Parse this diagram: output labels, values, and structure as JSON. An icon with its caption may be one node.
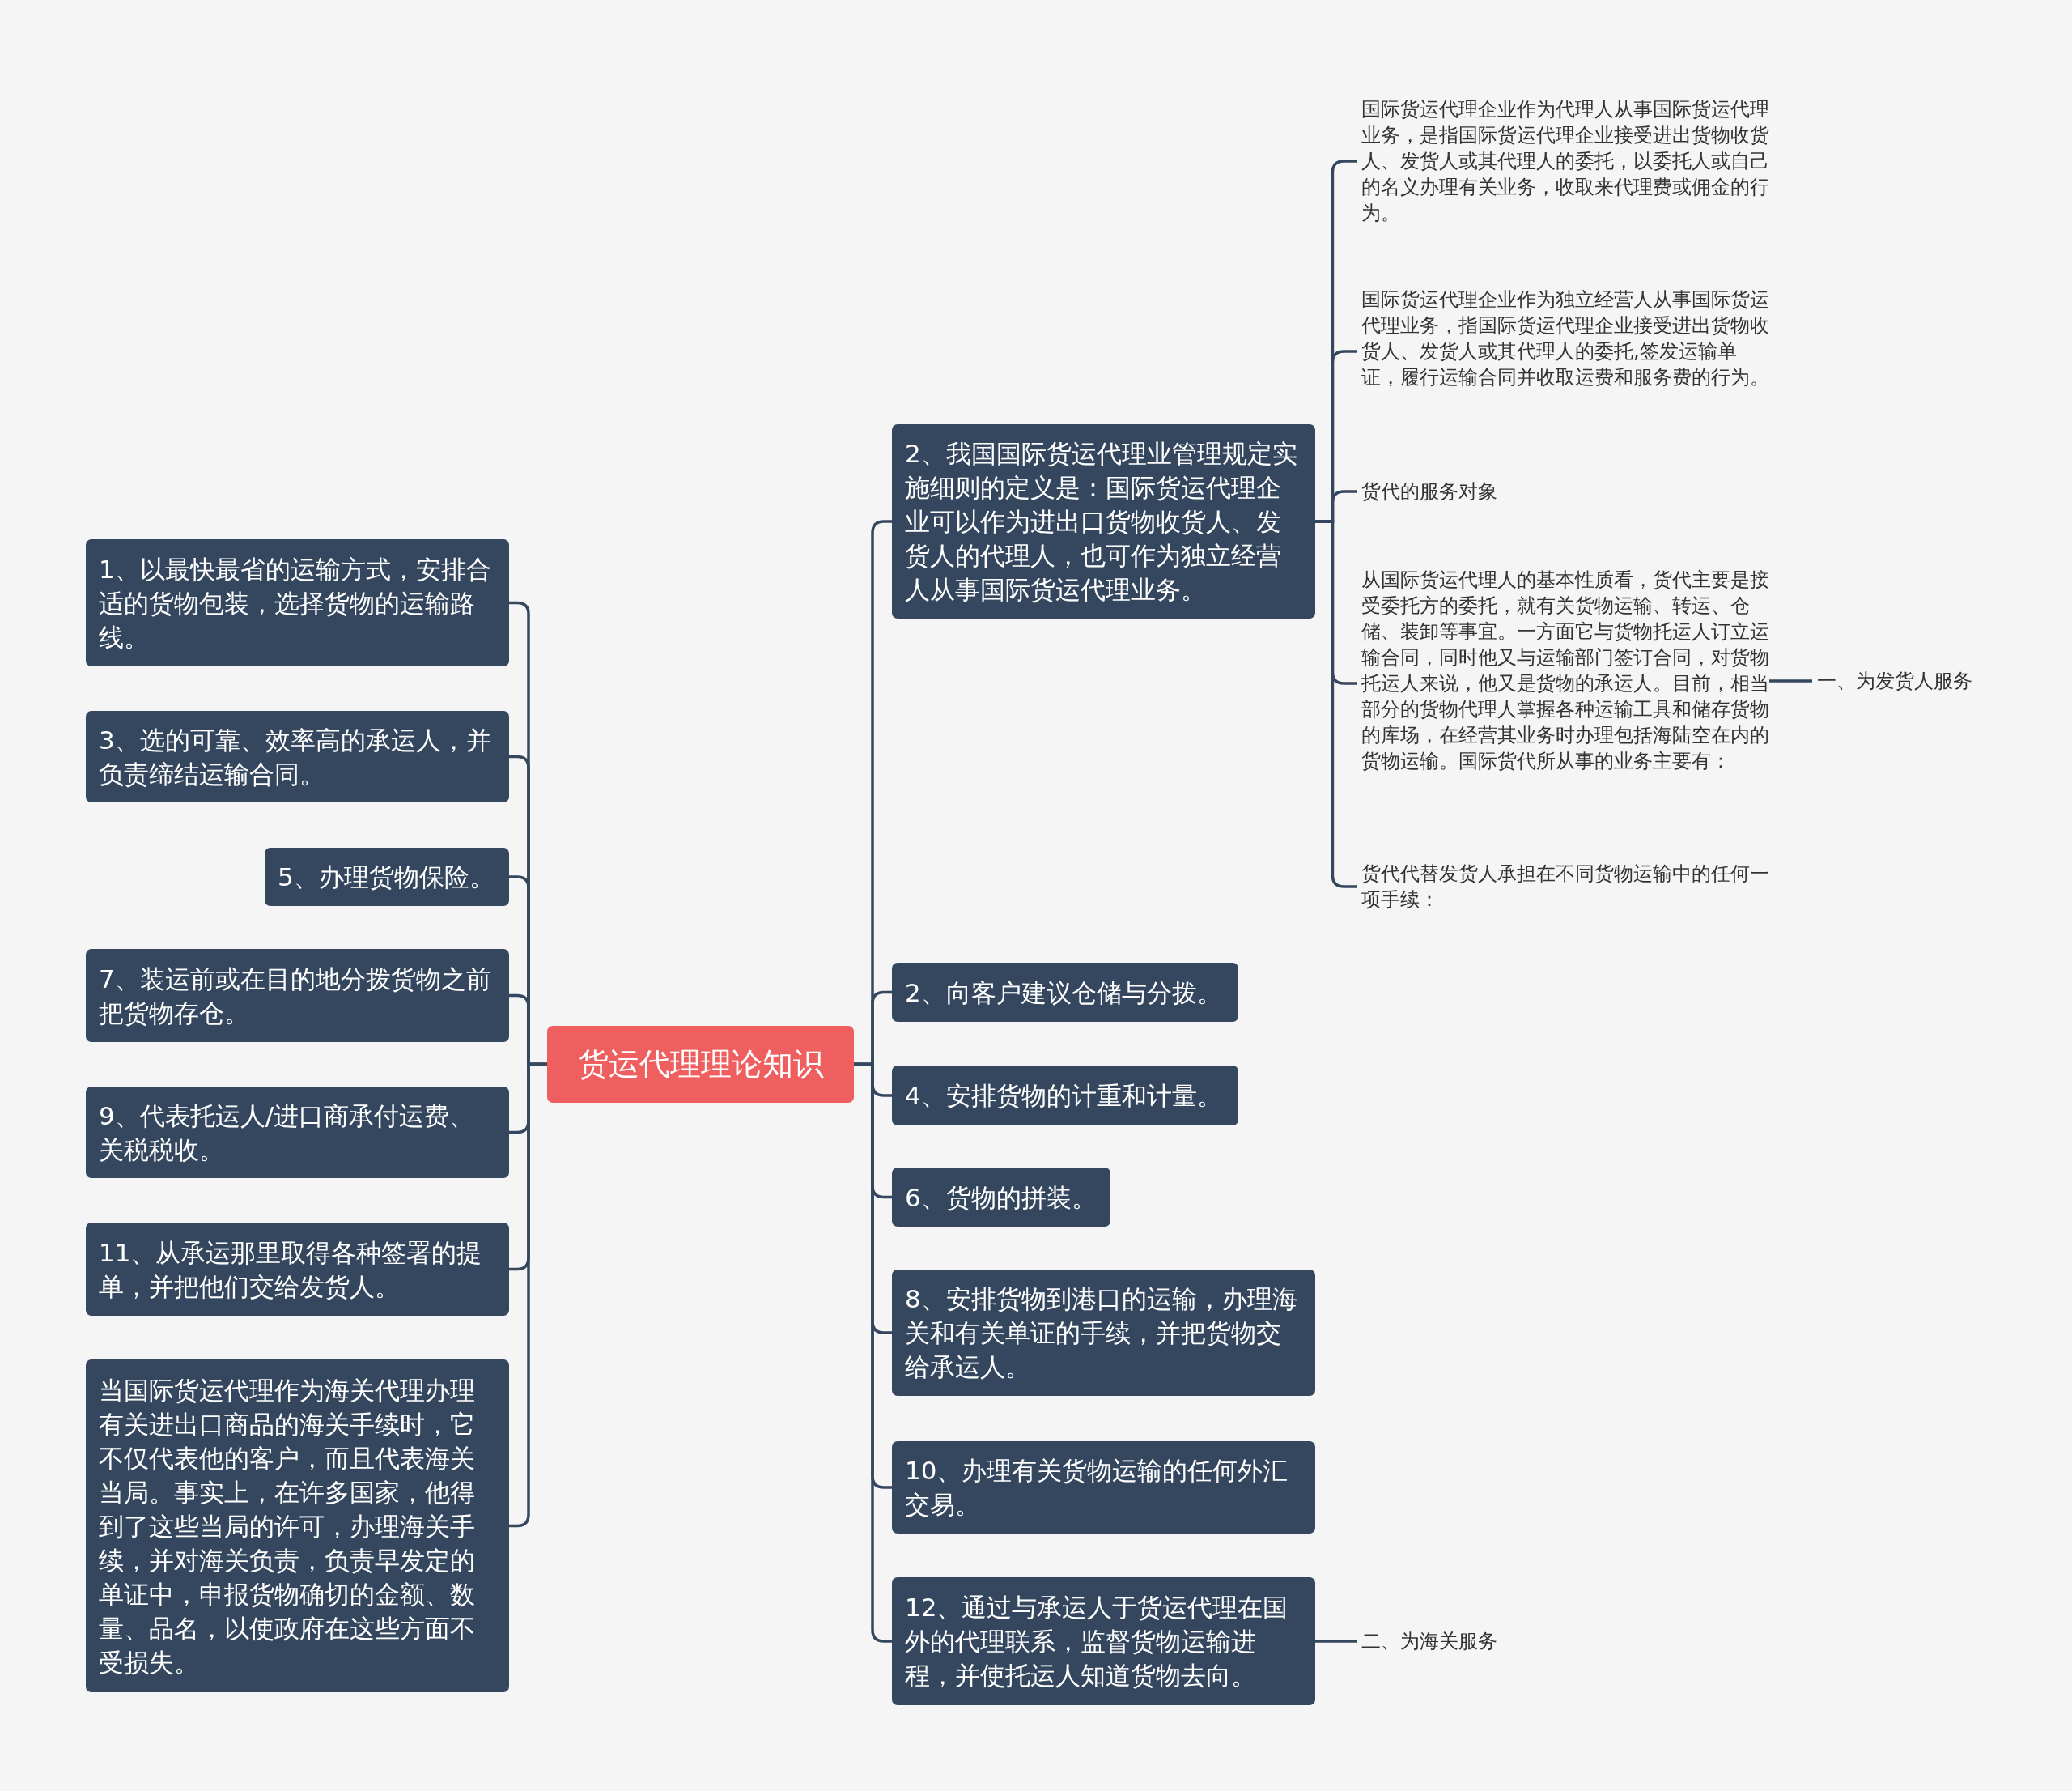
{
  "diagram": {
    "nodes": [
      {
        "text": [
          "货运代理理论知识"
        ]
      },
      {
        "text": [
          "1、以最快最省的运输方式，安排合适的货物包装，选择货物的运输路线。"
        ]
      },
      {
        "text": [
          "3、选的可靠、效率高的承运人，并负责缔结运输合同。"
        ]
      },
      {
        "text": [
          "5、办理货物保险。"
        ]
      },
      {
        "text": [
          "7、装运前或在目的地分拨货物之前把货物存仓。"
        ]
      },
      {
        "text": [
          "9、代表托运人/进口商承付运费、关税税收。"
        ]
      },
      {
        "text": [
          "11、从承运那里取得各种签署的提单，并把他们交给发货人。"
        ]
      },
      {
        "text": [
          "当国际货运代理作为海关代理办理有关进出口商品的海关手续时，它不仅代表他的客户，而且代表海关当局。事实上，在许多国家，他得到了这些当局的许可，办理海关手续，并对海关负责，负责早发定的单证中，申报货物确切的金额、数量、品名，以使政府在这些方面不受损失。"
        ]
      },
      {
        "text": [
          "2、我国国际货运代理业管理规定实施细则的定义是：国际货运代理企业可以作为进出口货物收货人、发货人的代理人，也可作为独立经营人从事国际货运代理业务。"
        ]
      },
      {
        "text": [
          "国际货运代理企业作为代理人从事国际货运代理业务，是指国际货运代理企业接受进出货物收货人、发货人或其代理人的委托，以委托人或自己的名义办理有关业务，收取来代理费或佣金的行为。"
        ]
      },
      {
        "text": [
          "国际货运代理企业作为独立经营人从事国际货运代理业务，指国际货运代理企业接受进出货物收货人、发货人或其代理人的委托,签发运输单证，履行运输合同并收取运费和服务费的行为。"
        ]
      },
      {
        "text": [
          "货代的服务对象"
        ]
      },
      {
        "text": [
          "从国际货运代理人的基本性质看，货代主要是接受委托方的委托，就有关货物运输、转运、仓储、装卸等事宜。一方面它与货物托运人订立运输合同，同时他又与运输部门签订合同，对货物托运人来说，他又是货物的承运人。目前，相当部分的货物代理人掌握各种运输工具和储存货物的库场，在经营其业务时办理包括海陆空在内的货物运输。国际货代所从事的业务主要有："
        ]
      },
      {
        "text": [
          "一、为发货人服务"
        ]
      },
      {
        "text": [
          "货代代替发货人承担在不同货物运输中的任何一项手续："
        ]
      },
      {
        "text": [
          "2、向客户建议仓储与分拨。"
        ]
      },
      {
        "text": [
          "4、安排货物的计重和计量。"
        ]
      },
      {
        "text": [
          "6、货物的拼装。"
        ]
      },
      {
        "text": [
          "8、安排货物到港口的运输，办理海关和有关单证的手续，并把货物交给承运人。"
        ]
      },
      {
        "text": [
          "10、办理有关货物运输的任何外汇交易。"
        ]
      },
      {
        "text": [
          "12、通过与承运人于货运代理在国外的代理联系，监督货物运输进程，并使托运人知道货物去向。"
        ]
      },
      {
        "text": [
          "二、为海关服务"
        ]
      }
    ],
    "edges": [
      {
        "from": 0,
        "to": 1,
        "arrow": "none"
      },
      {
        "from": 0,
        "to": 2,
        "arrow": "none"
      },
      {
        "from": 0,
        "to": 3,
        "arrow": "none"
      },
      {
        "from": 0,
        "to": 4,
        "arrow": "none"
      },
      {
        "from": 0,
        "to": 5,
        "arrow": "none"
      },
      {
        "from": 0,
        "to": 6,
        "arrow": "none"
      },
      {
        "from": 0,
        "to": 7,
        "arrow": "none"
      },
      {
        "from": 0,
        "to": 8,
        "arrow": "none"
      },
      {
        "from": 8,
        "to": 9,
        "arrow": "none"
      },
      {
        "from": 8,
        "to": 10,
        "arrow": "none"
      },
      {
        "from": 8,
        "to": 11,
        "arrow": "none"
      },
      {
        "from": 8,
        "to": 12,
        "arrow": "none"
      },
      {
        "from": 12,
        "to": 13,
        "arrow": "none"
      },
      {
        "from": 8,
        "to": 14,
        "arrow": "none"
      },
      {
        "from": 0,
        "to": 15,
        "arrow": "none"
      },
      {
        "from": 0,
        "to": 16,
        "arrow": "none"
      },
      {
        "from": 0,
        "to": 17,
        "arrow": "none"
      },
      {
        "from": 0,
        "to": 18,
        "arrow": "none"
      },
      {
        "from": 0,
        "to": 19,
        "arrow": "none"
      },
      {
        "from": 0,
        "to": 20,
        "arrow": "none"
      },
      {
        "from": 20,
        "to": 21,
        "arrow": "none"
      }
    ]
  }
}
